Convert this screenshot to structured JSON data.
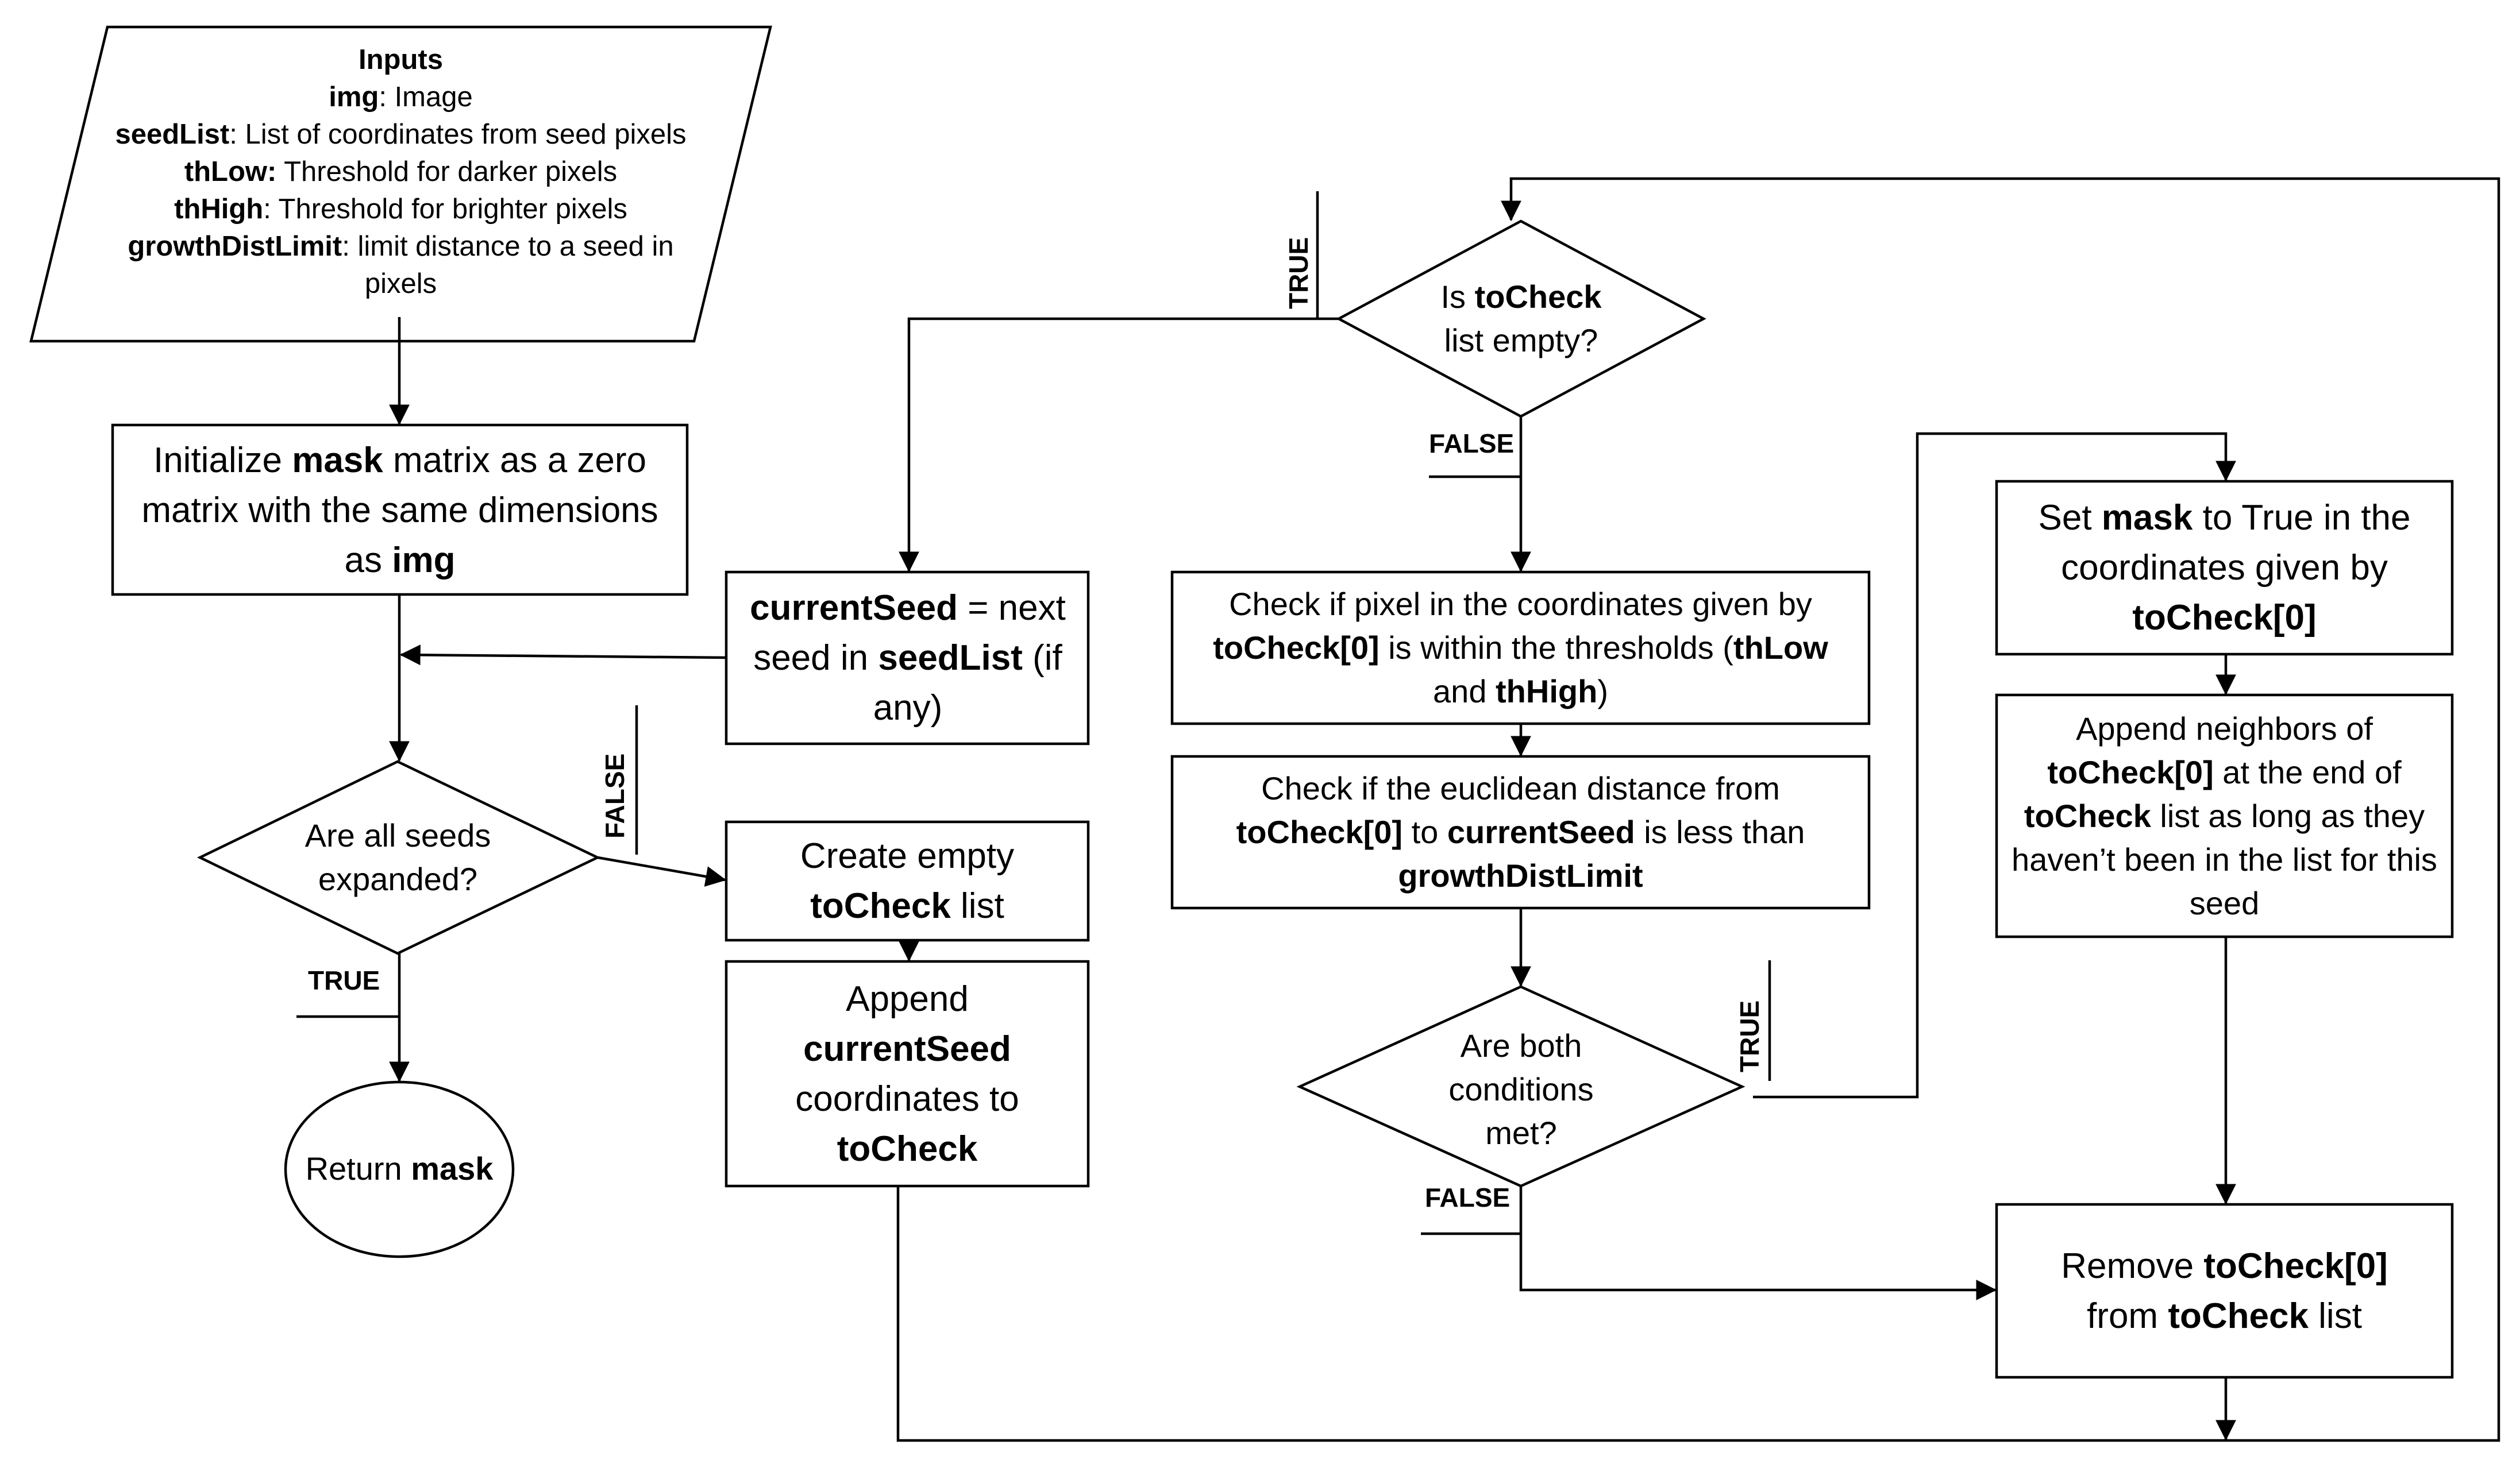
{
  "inputs": {
    "title": "Inputs",
    "img_name": "img",
    "img_desc": ": Image",
    "seedlist_name": "seedList",
    "seedlist_desc": ": List of coordinates from seed pixels",
    "thlow_name": "thLow:",
    "thlow_desc": " Threshold for darker pixels",
    "thhigh_name": "thHigh",
    "thhigh_desc": ": Threshold for brighter pixels",
    "growth_name": "growthDistLimit",
    "growth_desc": ": limit distance to a seed in pixels"
  },
  "init": {
    "t1": "Initialize ",
    "b1": "mask",
    "t2": " matrix as a zero matrix with the same dimensions as ",
    "b2": "img"
  },
  "all_expanded": {
    "text": "Are all seeds expanded?"
  },
  "return_node": {
    "t1": "Return ",
    "b1": "mask"
  },
  "current_seed": {
    "b1": "currentSeed",
    "t1": " = next seed in ",
    "b2": "seedList",
    "t2": " (if any)"
  },
  "create_list": {
    "t1": "Create empty ",
    "b1": "toCheck",
    "t2": " list"
  },
  "append_seed": {
    "t1": "Append ",
    "b1": "currentSeed",
    "t2": " coordinates to ",
    "b2": "toCheck"
  },
  "is_empty": {
    "t1": "Is ",
    "b1": "toCheck",
    "t2": " list empty?"
  },
  "check_threshold": {
    "t1": "Check if pixel in the coordinates given by ",
    "b1": "toCheck[0]",
    "t2": " is within the thresholds (",
    "b2": "thLow",
    "t3": " and ",
    "b3": "thHigh",
    "t4": ")"
  },
  "check_distance": {
    "t1": "Check if the euclidean distance from ",
    "b1": "toCheck[0]",
    "t2": " to ",
    "b2": "currentSeed",
    "t3": " is less than ",
    "b3": "growthDistLimit"
  },
  "both_met": {
    "text": "Are both conditions met?"
  },
  "set_mask": {
    "t1": "Set ",
    "b1": "mask",
    "t2": " to True in the coordinates given by ",
    "b2": "toCheck[0]"
  },
  "append_neighbors": {
    "t1": "Append neighbors of ",
    "b1": "toCheck[0]",
    "t2": " at the end of ",
    "b2": "toCheck",
    "t3": " list as long as they haven’t been in the list for this seed"
  },
  "remove": {
    "t1": "Remove ",
    "b1": "toCheck[0]",
    "t2": " from ",
    "b2": "toCheck",
    "t3": " list"
  },
  "labels": {
    "true_label": "TRUE",
    "false_label": "FALSE"
  }
}
